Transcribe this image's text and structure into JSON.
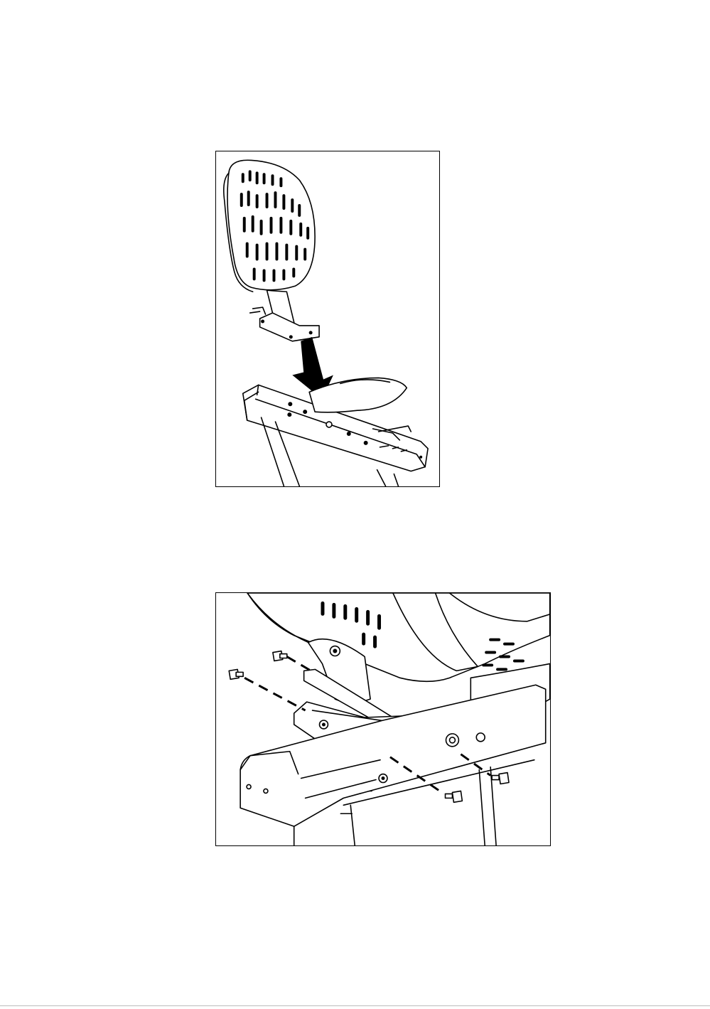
{
  "figures": [
    {
      "id": "fig1",
      "name": "backrest-installation-illustration"
    },
    {
      "id": "fig2",
      "name": "seat-bracket-bolts-illustration"
    }
  ]
}
